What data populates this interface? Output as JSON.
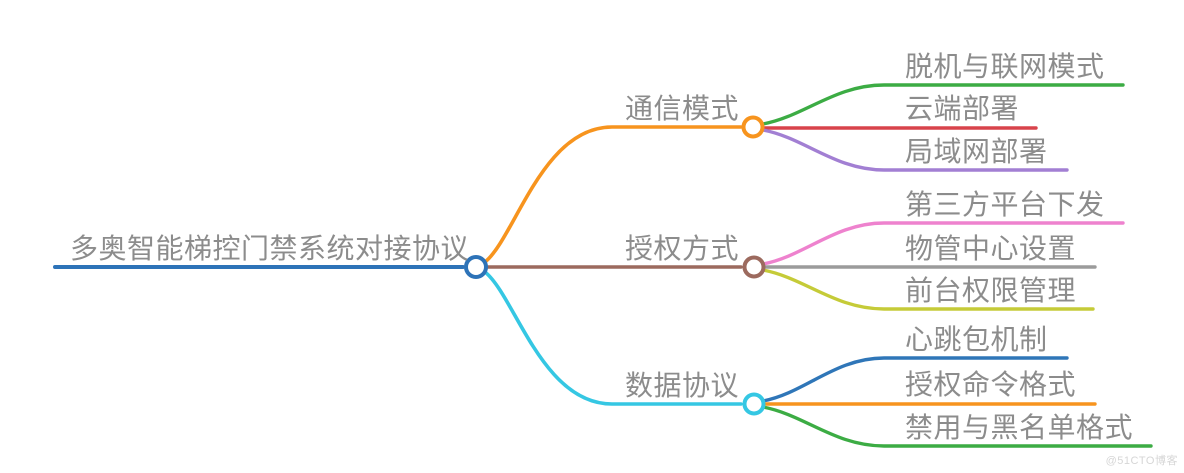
{
  "diagram": {
    "text_color": "#8c8c8c",
    "root": {
      "label": "多奥智能梯控门禁系统对接协议",
      "color": "#2d73b8"
    },
    "branches": [
      {
        "label": "通信模式",
        "color": "#f7941e",
        "children": [
          {
            "label": "脱机与联网模式",
            "color": "#3cac44"
          },
          {
            "label": "云端部署",
            "color": "#d8434b"
          },
          {
            "label": "局域网部署",
            "color": "#a27fd3"
          }
        ]
      },
      {
        "label": "授权方式",
        "color": "#9c6a5e",
        "children": [
          {
            "label": "第三方平台下发",
            "color": "#ee82ce"
          },
          {
            "label": "物管中心设置",
            "color": "#9b9b9b"
          },
          {
            "label": "前台权限管理",
            "color": "#c5cb38"
          }
        ]
      },
      {
        "label": "数据协议",
        "color": "#35c7e3",
        "children": [
          {
            "label": "心跳包机制",
            "color": "#2f76b8"
          },
          {
            "label": "授权命令格式",
            "color": "#f7941e"
          },
          {
            "label": "禁用与黑名单格式",
            "color": "#3cac44"
          }
        ]
      }
    ]
  },
  "watermark": {
    "text": "@51CTO博客",
    "color": "#d6d6d6"
  }
}
